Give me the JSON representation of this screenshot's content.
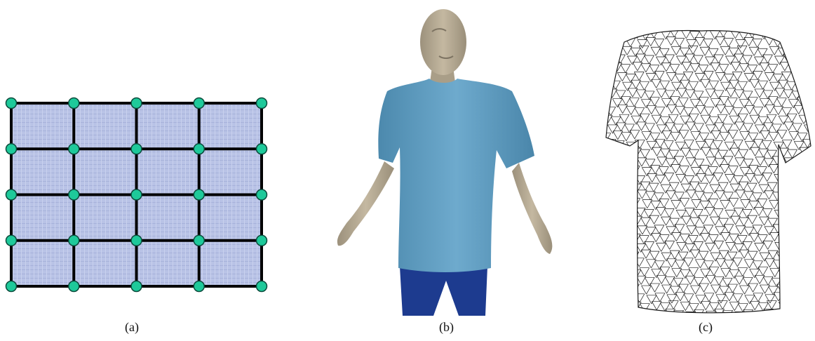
{
  "figure": {
    "captions": [
      "(a)",
      "(b)",
      "(c)"
    ]
  },
  "grid": {
    "rows": 4,
    "cols": 4,
    "node_color": "#1ec99a",
    "fabric_color": "#b9c3e6",
    "line_color": "#000000"
  },
  "avatar": {
    "shirt_color": "#5f9fc3",
    "skin_color": "#b9ad97",
    "pants_color": "#1d3b8f"
  },
  "mesh": {
    "line_color": "#1a1a1a"
  }
}
